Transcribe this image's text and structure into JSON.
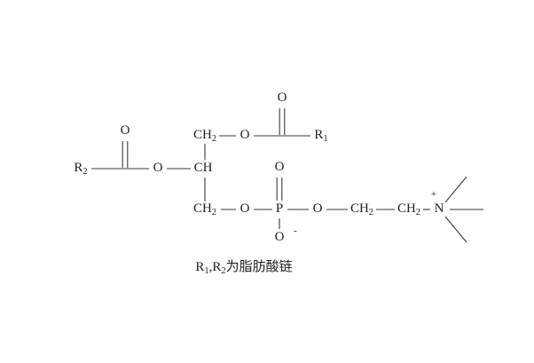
{
  "diagram": {
    "title": "Phosphatidylcholine structural formula",
    "background_color": "#ffffff",
    "bond_color": "#3a3a3a",
    "text_color": "#222222",
    "caption": {
      "r1": "R",
      "r1_sub": "1",
      "comma": ",",
      "r2": "R",
      "r2_sub": "2",
      "text": "为脂肪酸链"
    },
    "labels": {
      "ch2_top": "CH",
      "ch2_top_sub": "2",
      "ch_mid": "CH",
      "ch2_bottom": "CH",
      "ch2_bottom_sub": "2",
      "o_ester_top": "O",
      "o_ester_mid": "O",
      "o_phosphate_left": "O",
      "o_carbonyl_top": "O",
      "o_carbonyl_left": "O",
      "o_phospho_double": "O",
      "o_phospho_minus": "O",
      "minus_sign": "-",
      "p_atom": "P",
      "o_phosphate_right": "O",
      "ch2_chain_a": "CH",
      "ch2_chain_a_sub": "2",
      "ch2_chain_b": "CH",
      "ch2_chain_b_sub": "2",
      "n_atom": "N",
      "plus_sign": "+",
      "r1_label": "R",
      "r1_label_sub": "1",
      "r2_label": "R",
      "r2_label_sub": "2"
    }
  }
}
